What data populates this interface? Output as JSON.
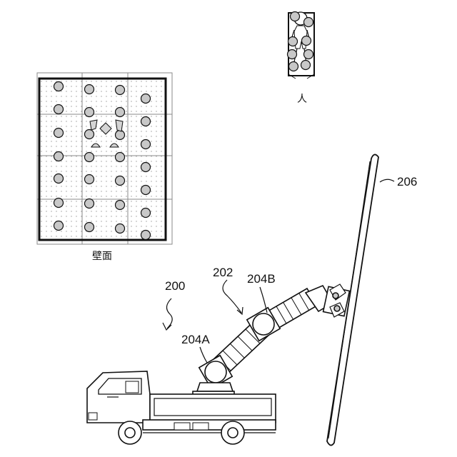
{
  "labels": {
    "person": "人",
    "wall": "壁面",
    "ref_200": "200",
    "ref_202": "202",
    "ref_204a": "204A",
    "ref_204b": "204B",
    "ref_206": "206"
  },
  "colors": {
    "line": "#111111",
    "hold_fill": "#c8c8c8",
    "grid": "#8a8a8a",
    "dots": "#9a9a9a"
  }
}
